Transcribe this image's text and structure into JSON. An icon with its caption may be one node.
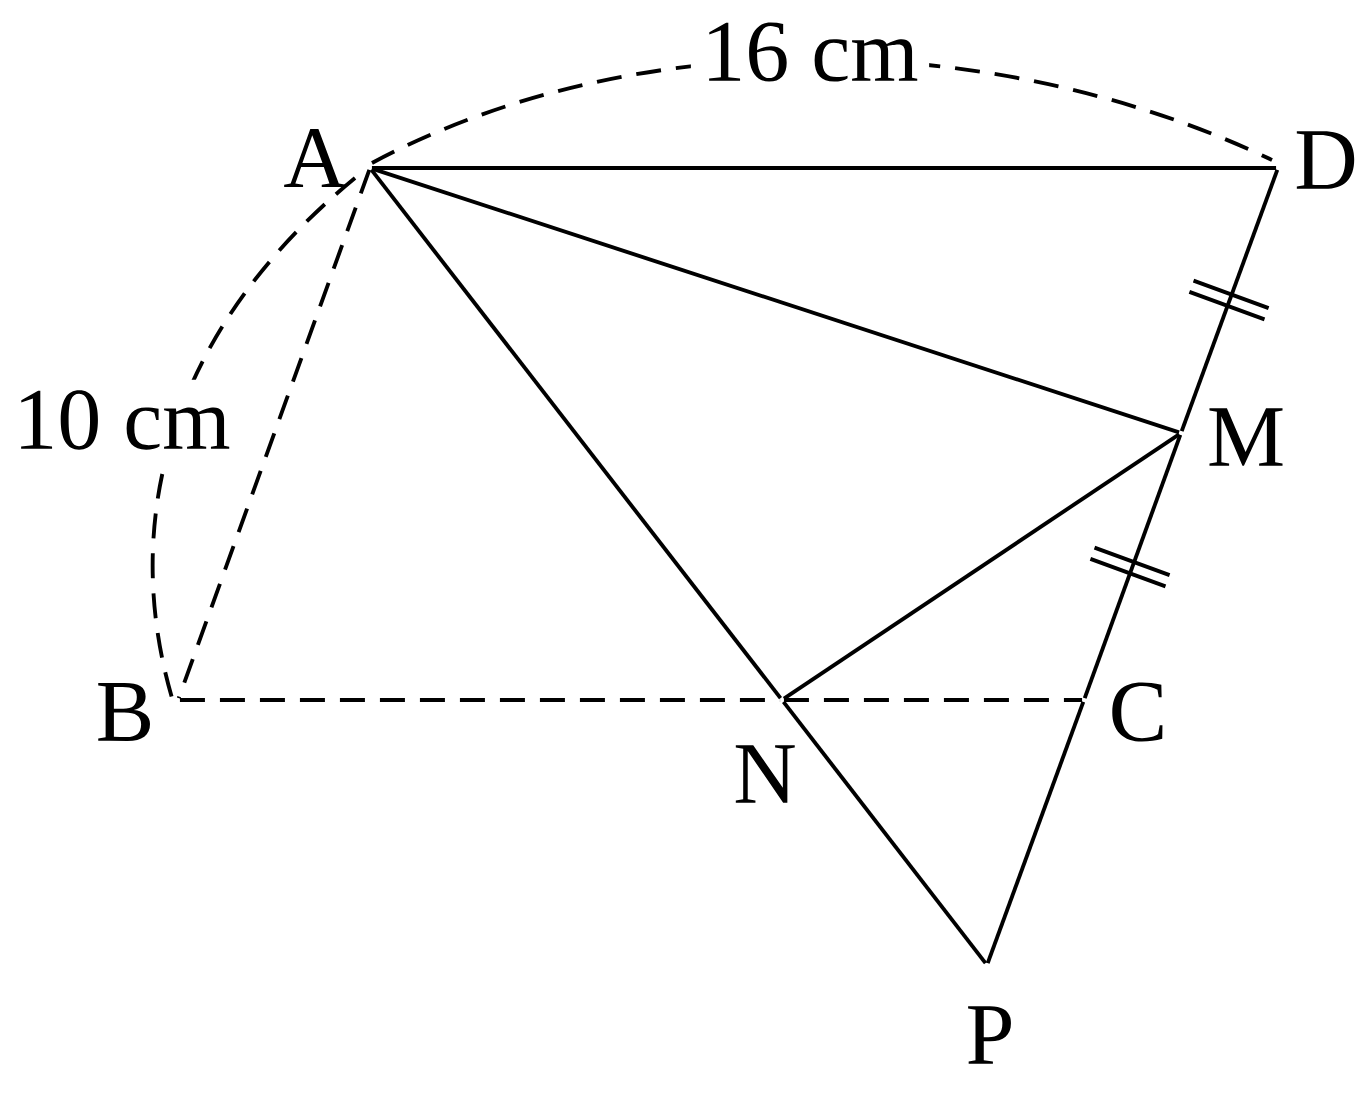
{
  "diagram": {
    "nodes": [
      {
        "text": [],
        "shape": "point",
        "beside": [
          "A"
        ]
      },
      {
        "text": [],
        "shape": "point",
        "beside": [
          "D"
        ]
      },
      {
        "text": [],
        "shape": "point",
        "beside": [
          "M"
        ]
      },
      {
        "text": [],
        "shape": "point",
        "beside": [
          "B"
        ]
      },
      {
        "text": [],
        "shape": "point",
        "beside": [
          "N"
        ]
      },
      {
        "text": [],
        "shape": "point",
        "beside": [
          "C"
        ]
      },
      {
        "text": [],
        "shape": "point",
        "beside": [
          "P"
        ]
      }
    ],
    "edges": [
      {
        "from": 0,
        "to": 1,
        "arrow": "none"
      },
      {
        "from": 0,
        "to": 2,
        "arrow": "none"
      },
      {
        "from": 0,
        "to": 4,
        "arrow": "none"
      },
      {
        "from": 4,
        "to": 6,
        "arrow": "none"
      },
      {
        "from": 1,
        "to": 2,
        "arrow": "none"
      },
      {
        "from": 2,
        "to": 5,
        "arrow": "none"
      },
      {
        "from": 5,
        "to": 6,
        "arrow": "none"
      },
      {
        "from": 2,
        "to": 4,
        "arrow": "none"
      },
      {
        "from": 0,
        "to": 3,
        "arrow": "none",
        "style": "dashed"
      },
      {
        "from": 3,
        "to": 4,
        "arrow": "none",
        "style": "dashed"
      },
      {
        "from": 4,
        "to": 5,
        "arrow": "none",
        "style": "dashed"
      }
    ],
    "labels": [
      "16 cm",
      "10 cm"
    ]
  }
}
